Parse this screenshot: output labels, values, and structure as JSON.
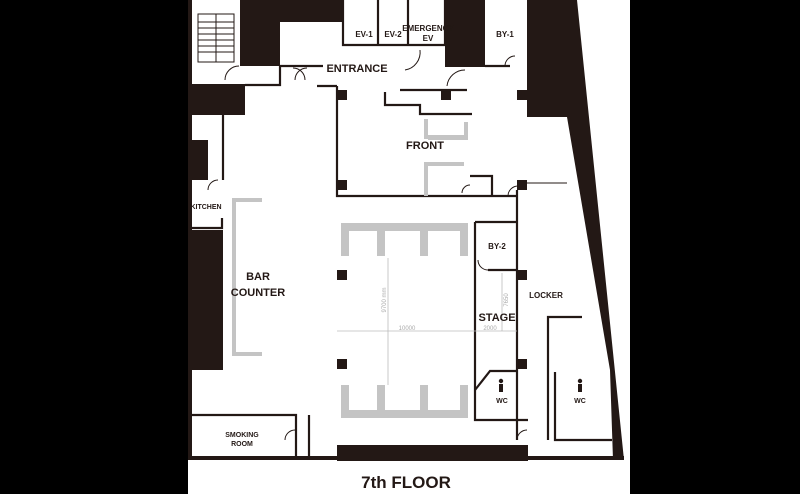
{
  "floor_title": "7th FLOOR",
  "rooms": {
    "ev1": "EV-1",
    "ev2": "EV-2",
    "emergency_ev_1": "EMERGENCY",
    "emergency_ev_2": "EV",
    "by1": "BY-1",
    "entrance": "ENTRANCE",
    "front": "FRONT",
    "kitchen": "KITCHEN",
    "bar_1": "BAR",
    "bar_2": "COUNTER",
    "by2": "BY-2",
    "locker": "LOCKER",
    "stage": "STAGE",
    "wc_left": "WC",
    "wc_right": "WC",
    "smoking_1": "SMOKING",
    "smoking_2": "ROOM"
  },
  "dimensions": {
    "hall_width": "10000",
    "hall_depth": "9700 mm",
    "stage_width": "2000",
    "stage_depth": "7650"
  },
  "colors": {
    "wall": "#231815",
    "furniture": "#c4c4c4",
    "paper": "#ffffff",
    "background": "#000000"
  }
}
